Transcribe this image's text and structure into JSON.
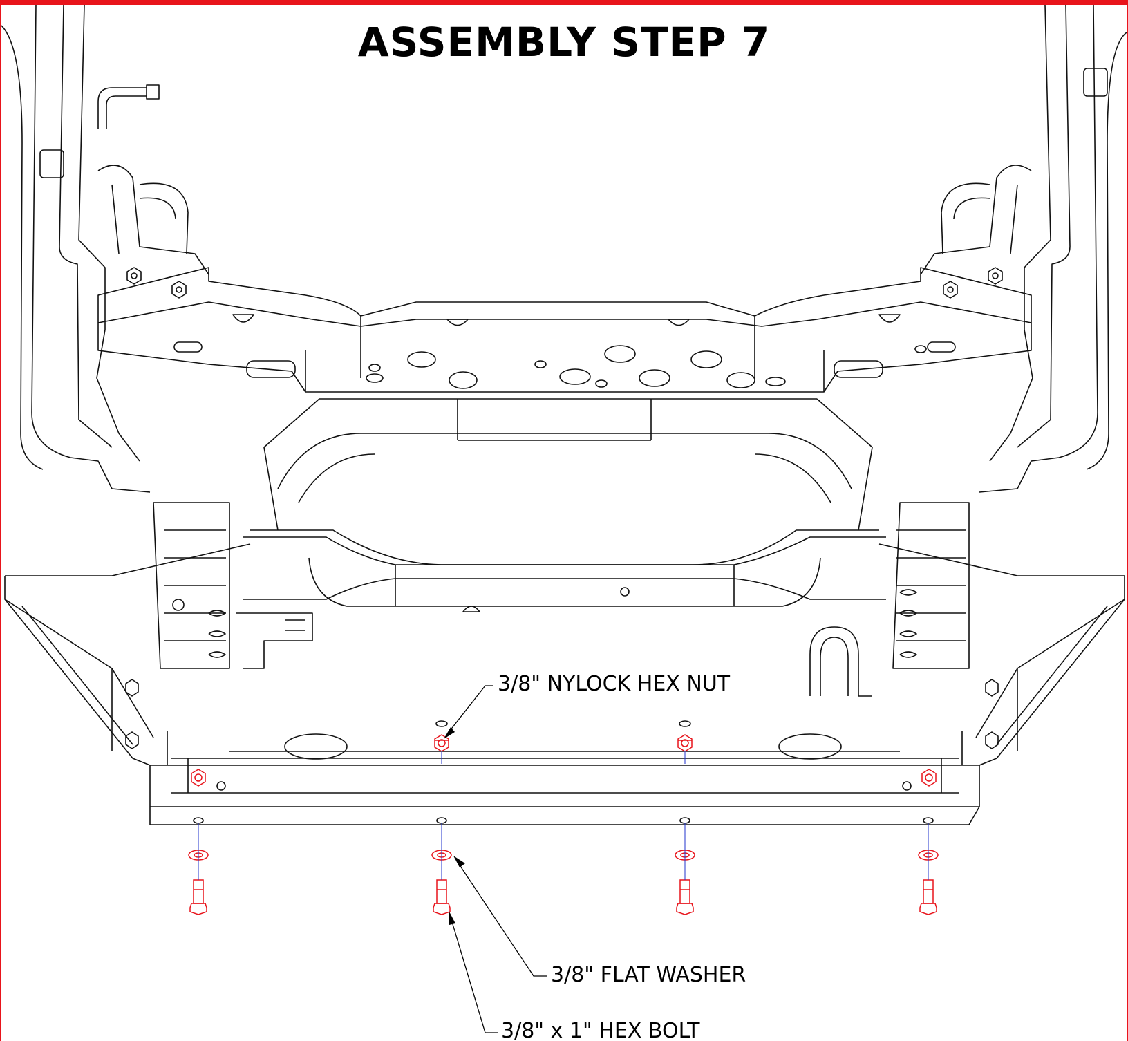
{
  "title": "ASSEMBLY STEP 7",
  "callouts": {
    "nut": "3/8\" NYLOCK HEX NUT",
    "washer": "3/8\" FLAT WASHER",
    "bolt": "3/8\" x 1\" HEX BOLT"
  },
  "colors": {
    "frame": "#e8141b",
    "line": "#111111",
    "hardware": "#e8141b",
    "axis": "#2233cc"
  },
  "hardware": {
    "bolt_count": 4,
    "washer_count": 4,
    "top_nut_count": 2,
    "side_nut_count": 2
  }
}
